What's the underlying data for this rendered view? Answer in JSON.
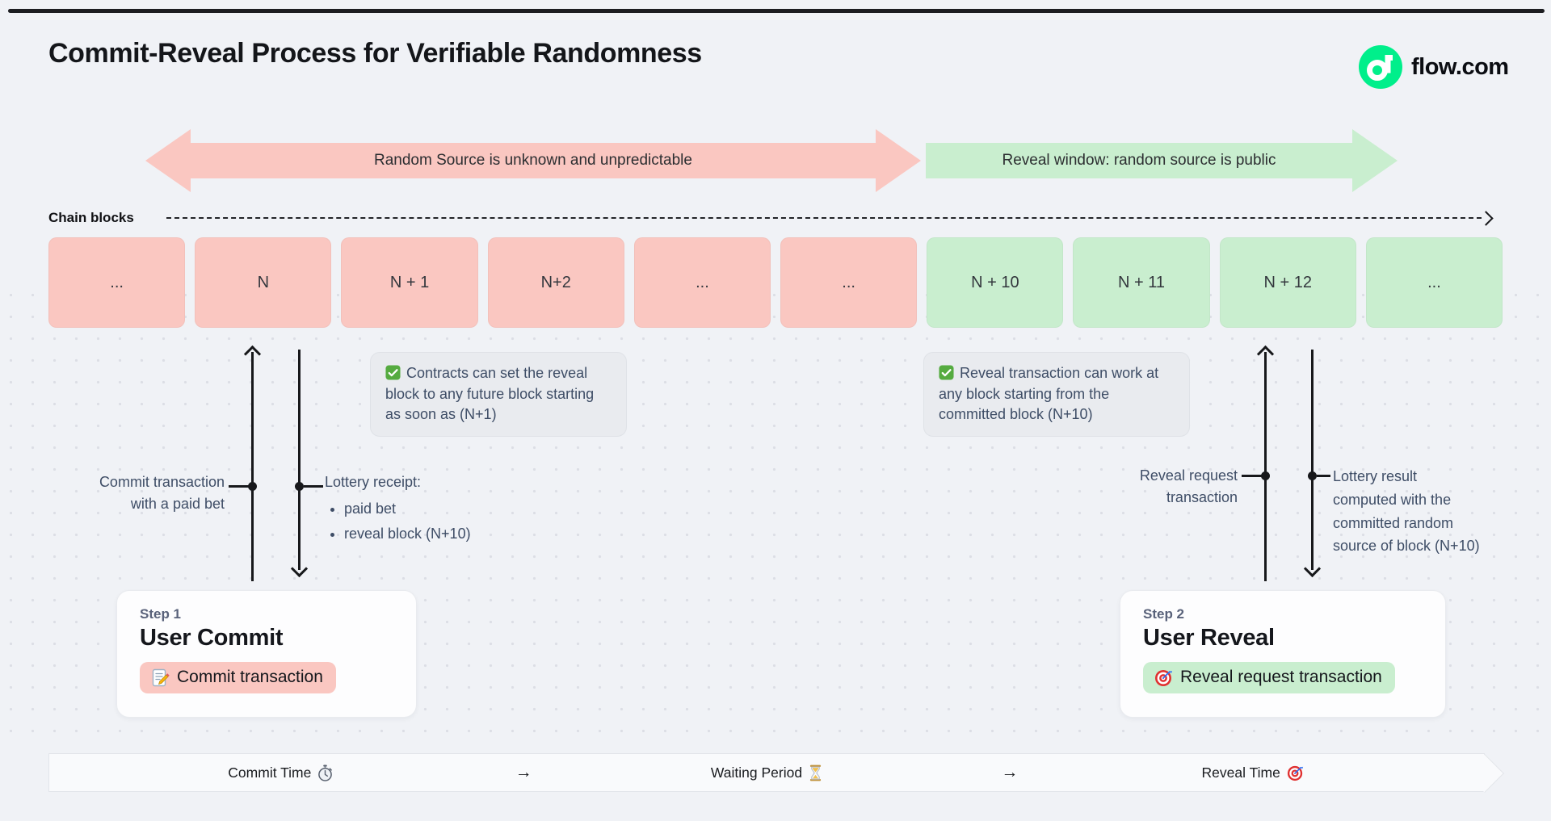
{
  "page": {
    "title": "Commit-Reveal Process for Verifiable Randomness"
  },
  "brand": {
    "label": "flow.com",
    "logo_icon": "flow-logo-icon",
    "brand_green": "#00ef8b"
  },
  "phases": [
    {
      "label": "Random Source is unknown and unpredictable",
      "color": "#fac7c1",
      "direction": "both"
    },
    {
      "label": "Reveal window: random source is public",
      "color": "#c9eecf",
      "direction": "right"
    }
  ],
  "chain": {
    "label": "Chain blocks",
    "blocks": [
      {
        "label": "...",
        "phase": "commit"
      },
      {
        "label": "N",
        "phase": "commit"
      },
      {
        "label": "N + 1",
        "phase": "commit"
      },
      {
        "label": "N+2",
        "phase": "commit"
      },
      {
        "label": "...",
        "phase": "commit"
      },
      {
        "label": "...",
        "phase": "commit"
      },
      {
        "label": "N + 10",
        "phase": "reveal"
      },
      {
        "label": "N + 11",
        "phase": "reveal"
      },
      {
        "label": "N + 12",
        "phase": "reveal"
      },
      {
        "label": "...",
        "phase": "reveal"
      }
    ]
  },
  "notes": [
    {
      "icon": "check-icon",
      "text": "Contracts can set the reveal block to any future block starting as soon as (N+1)"
    },
    {
      "icon": "check-icon",
      "text": "Reveal transaction can work at any block starting from the committed block (N+10)"
    }
  ],
  "annotations": {
    "commit_up": {
      "lines": [
        "Commit transaction",
        "with a paid bet"
      ]
    },
    "commit_down": {
      "title": "Lottery receipt:",
      "bullets": [
        "paid bet",
        "reveal block (N+10)"
      ]
    },
    "reveal_up": {
      "lines": [
        "Reveal request",
        "transaction"
      ]
    },
    "reveal_down": {
      "lines": [
        "Lottery result",
        "computed with the",
        "committed random",
        "source of block (N+10)"
      ]
    }
  },
  "steps": [
    {
      "step_label": "Step 1",
      "title": "User Commit",
      "action": {
        "icon": "memo-icon",
        "label": "Commit transaction",
        "color": "#fac7c1"
      }
    },
    {
      "step_label": "Step 2",
      "title": "User Reveal",
      "action": {
        "icon": "target-icon",
        "label": "Reveal request transaction",
        "color": "#c9eecf"
      }
    }
  ],
  "timeline": {
    "items": [
      {
        "label": "Commit Time",
        "icon": "stopwatch-icon"
      },
      {
        "label": "→",
        "type": "arrow"
      },
      {
        "label": "Waiting Period",
        "icon": "hourglass-icon"
      },
      {
        "label": "→",
        "type": "arrow"
      },
      {
        "label": "Reveal Time",
        "icon": "target-icon"
      }
    ]
  },
  "colors": {
    "background": "#f0f2f6",
    "commit_pink": "#fac7c1",
    "reveal_green": "#c9eecf",
    "note_bg": "#e9ebef",
    "annotation_text": "#3e4d66",
    "ink": "#17181b"
  }
}
